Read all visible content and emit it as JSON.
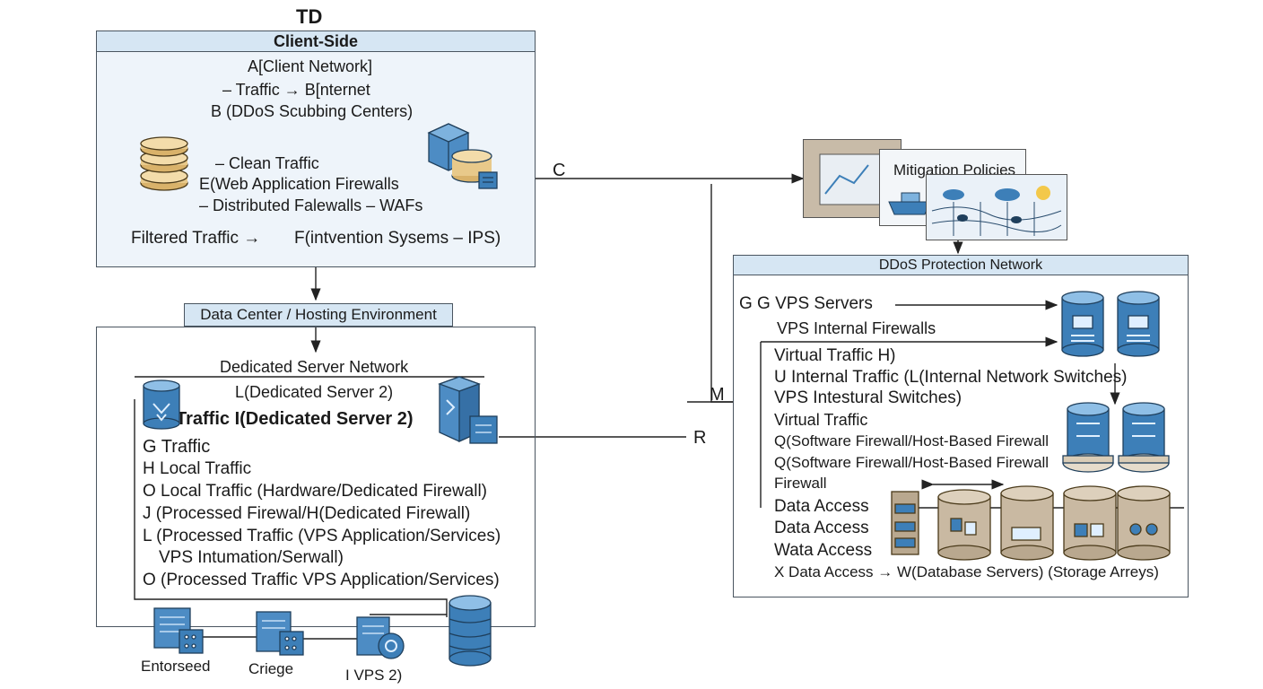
{
  "title": "TD",
  "client_side": {
    "header": "Client-Side",
    "lines": [
      "A[Client Network]",
      "– Traffic → B[nternet",
      "B (DDoS Scubbing Centers)",
      "– Clean Traffic",
      "E(Web Application Firewalls",
      "– Distributed Falewalls – WAFs"
    ],
    "filtered_label": "Filtered Traffic  →",
    "filtered_target": "F(intvention Sysems – IPS)"
  },
  "data_center": {
    "header": "Data Center / Hosting Environment",
    "network_title": "Dedicated Server Network",
    "server_line": "L(Dedicated Server 2)",
    "lines": [
      "Traffic I(Dedicated Server 2)",
      "G  Traffic",
      "H Local Traffic",
      "O Local Traffic (Hardware/Dedicated Firewall)",
      "J (Processed Firewal/H(Dedicated Firewall)",
      "L (Processed Traffic (VPS Application/Services)",
      "VPS Intumation/Serwall)",
      "O (Processed Traffic  VPS Application/Services)"
    ],
    "bottom_labels": [
      "Entorseed",
      "Criege",
      "I VPS 2)"
    ]
  },
  "connectors": {
    "c": "C",
    "m": "M",
    "r": "R"
  },
  "mitigation": {
    "label": "Mitigation Policies"
  },
  "ddos_network": {
    "header": "DDoS Protection Network",
    "lines": [
      "G   G VPS Servers",
      "VPS Internal Firewalls",
      "Virtual Traffic H)",
      "U Internal Traffic (L(Internal Network Switches)",
      "VPS Intestural Switches)",
      "Virtual Traffic",
      "Q(Software Firewall/Host-Based Firewall",
      "Q(Software Firewall/Host-Based Firewall",
      "Firewall",
      "Data Access",
      "Data Access",
      "Wata Access",
      "X Data Access → W(Database Servers) (Storage Arreys)"
    ]
  },
  "colors": {
    "header_fill": "#d6e6f3",
    "client_fill": "#eef4fa",
    "server_blue": "#3d7fb8",
    "storage_tan": "#c9b9a2",
    "disk_gold": "#e8c98a"
  }
}
